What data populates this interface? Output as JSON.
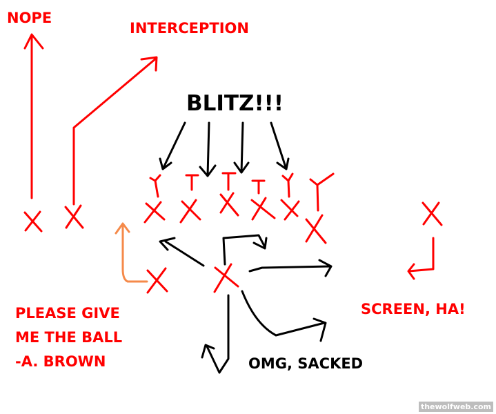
{
  "labels": {
    "nope": "NOPE",
    "interception": "INTERCEPTION",
    "blitz": "BLITZ!!!",
    "please_give": [
      "PLEASE GIVE",
      "ME THE BALL",
      "-A. BROWN"
    ],
    "screen": "SCREEN, HA!",
    "sacked": "OMG, SACKED"
  },
  "watermark": "thewolfweb.com",
  "colors": {
    "offense": "#ff0000",
    "defense_arrows": "#000000",
    "brown_route": "#f58a4a"
  }
}
